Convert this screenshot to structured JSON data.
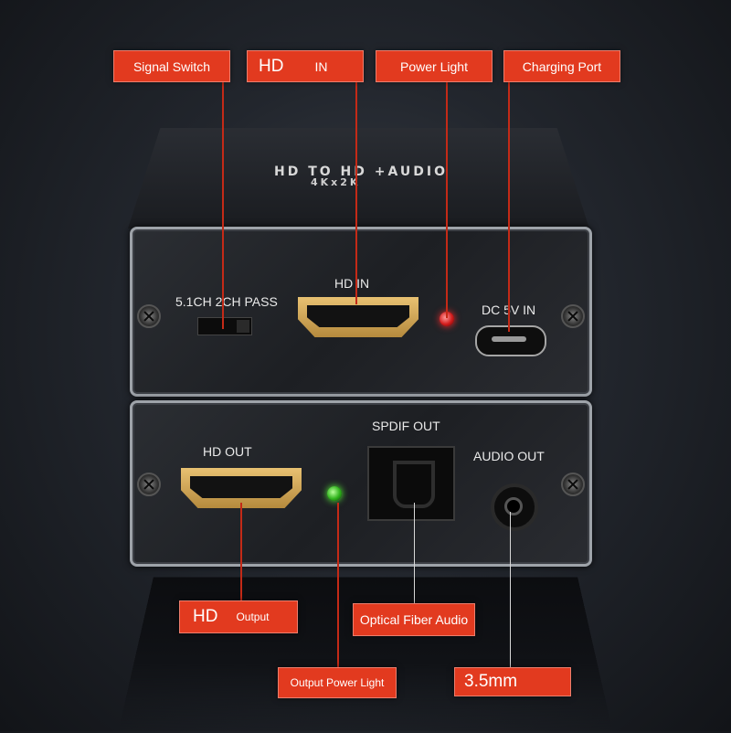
{
  "callouts": {
    "signal_switch": "Signal Switch",
    "hd_in_prefix": "HD",
    "hd_in_suffix": "IN",
    "power_light": "Power Light",
    "charging_port": "Charging Port",
    "hd_out_prefix": "HD",
    "hd_out_suffix": "Output",
    "optical_audio": "Optical Fiber Audio",
    "output_power_light": "Output Power Light",
    "jack": "3.5mm"
  },
  "device": {
    "top_line": "HD      TO HD   +AUDIO",
    "top_sub": "4Kx2K",
    "switch_label": "5.1CH 2CH PASS",
    "hd_in_label": "HD    IN",
    "dc_label": "DC 5V  IN",
    "hd_out_label": "HD    OUT",
    "spdif_label": "SPDIF OUT",
    "audio_out_label": "AUDIO OUT"
  },
  "colors": {
    "callout": "#e23a1f",
    "power_led": "#d11b1b",
    "output_led": "#2fb31b",
    "hdmi_gold": "#d6a957"
  }
}
